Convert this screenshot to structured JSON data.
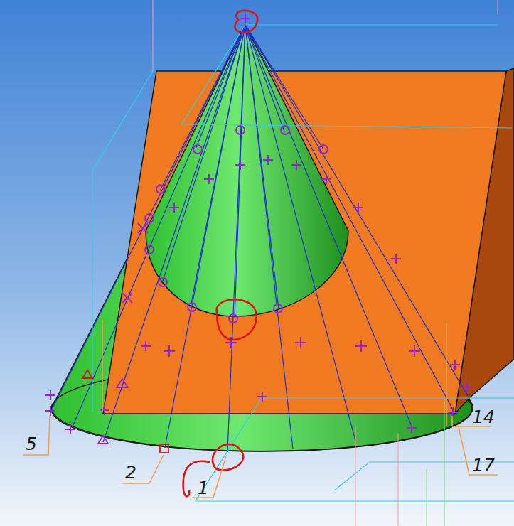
{
  "diagram": {
    "labels": [
      "5",
      "2",
      "1",
      "14",
      "17"
    ]
  }
}
